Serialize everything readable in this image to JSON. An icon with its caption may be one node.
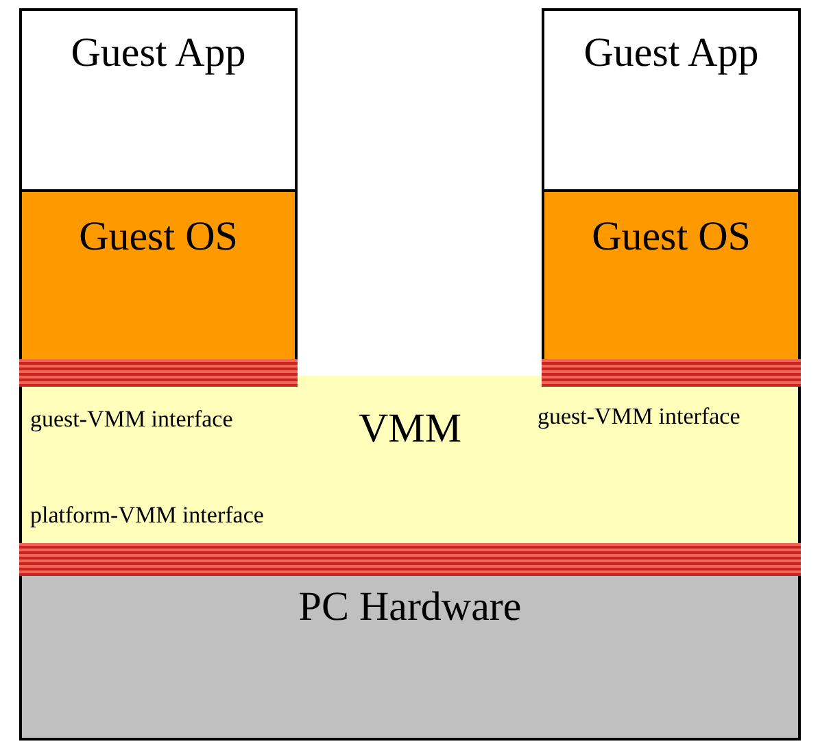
{
  "diagram": {
    "nodes": [
      {
        "text": [
          "Guest App"
        ]
      },
      {
        "text": [
          "Guest OS"
        ]
      },
      {
        "text": [
          "Guest App"
        ]
      },
      {
        "text": [
          "Guest OS"
        ]
      },
      {
        "text": [
          "VMM"
        ]
      },
      {
        "text": [
          "PC Hardware"
        ]
      }
    ],
    "labels": [
      "guest-VMM interface",
      "guest-VMM interface",
      "platform-VMM interface"
    ]
  }
}
